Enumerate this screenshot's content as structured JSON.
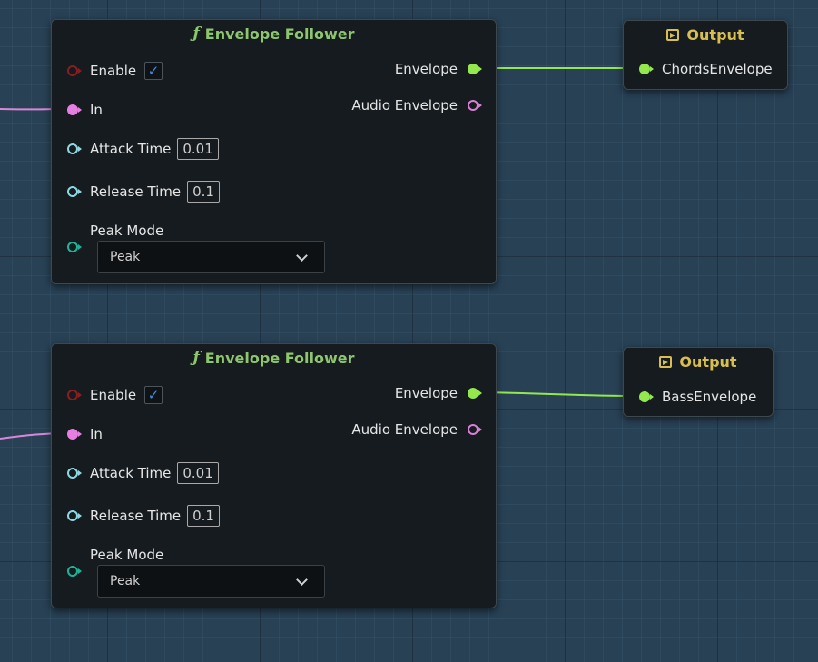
{
  "colors": {
    "float_pin": "#93e84d",
    "audio_pin": "#e77fe3",
    "bool_pin": "#8a1e1e",
    "time_pin": "#8fd8e2",
    "enum_pin": "#1fb49a",
    "function_title": "#8ec66e",
    "output_title": "#d8be4e",
    "check_color": "#3d8ce8"
  },
  "envelope_follower_1": {
    "title": "Envelope Follower",
    "title_icon": "function-icon",
    "enable_label": "Enable",
    "enable_checked": true,
    "in_label": "In",
    "attack_time_label": "Attack Time",
    "attack_time_value": "0.01",
    "release_time_label": "Release Time",
    "release_time_value": "0.1",
    "peak_mode_label": "Peak Mode",
    "peak_mode_value": "Peak",
    "envelope_output_label": "Envelope",
    "audio_envelope_output_label": "Audio Envelope"
  },
  "envelope_follower_2": {
    "title": "Envelope Follower",
    "title_icon": "function-icon",
    "enable_label": "Enable",
    "enable_checked": true,
    "in_label": "In",
    "attack_time_label": "Attack Time",
    "attack_time_value": "0.01",
    "release_time_label": "Release Time",
    "release_time_value": "0.1",
    "peak_mode_label": "Peak Mode",
    "peak_mode_value": "Peak",
    "envelope_output_label": "Envelope",
    "audio_envelope_output_label": "Audio Envelope"
  },
  "output_1": {
    "title": "Output",
    "title_icon": "output-icon",
    "pin_label": "ChordsEnvelope"
  },
  "output_2": {
    "title": "Output",
    "title_icon": "output-icon",
    "pin_label": "BassEnvelope"
  },
  "check_glyph": "✓"
}
